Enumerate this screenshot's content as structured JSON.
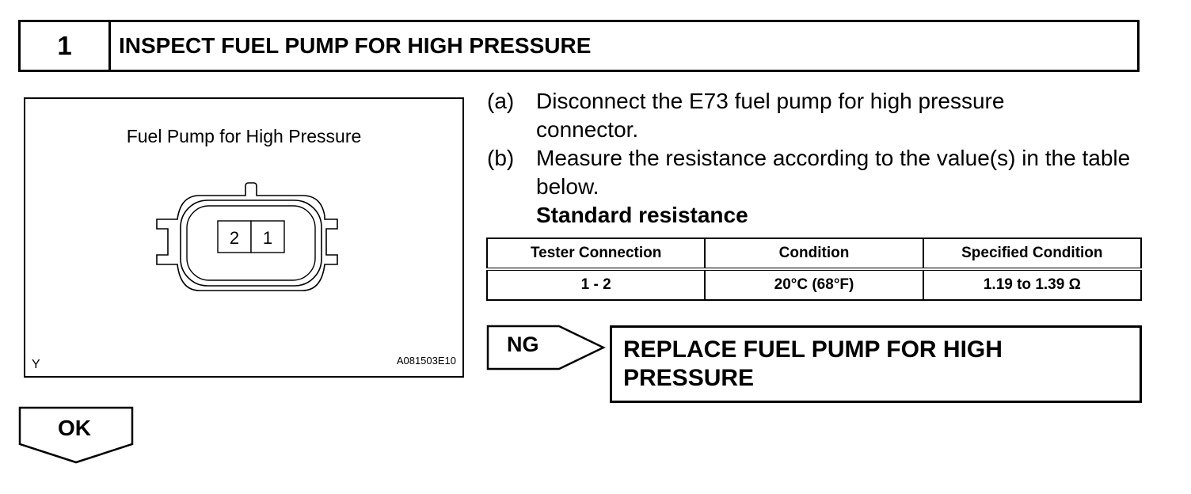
{
  "step": {
    "number": "1",
    "title": "INSPECT FUEL PUMP FOR HIGH PRESSURE"
  },
  "figure": {
    "title": "Fuel Pump for High Pressure",
    "pins": [
      "2",
      "1"
    ],
    "corner_letter": "Y",
    "code": "A081503E10"
  },
  "instructions": [
    {
      "tag": "(a)",
      "text": "Disconnect the E73 fuel pump for high pressure connector."
    },
    {
      "tag": "(b)",
      "text": "Measure the resistance according to the value(s) in the table below."
    }
  ],
  "standard_heading": "Standard resistance",
  "table": {
    "headers": [
      "Tester Connection",
      "Condition",
      "Specified Condition"
    ],
    "rows": [
      [
        "1 - 2",
        "20°C (68°F)",
        "1.19 to 1.39 Ω"
      ]
    ]
  },
  "ng": {
    "label": "NG",
    "action_line1": "REPLACE FUEL PUMP FOR HIGH",
    "action_line2": "PRESSURE"
  },
  "ok": {
    "label": "OK"
  }
}
